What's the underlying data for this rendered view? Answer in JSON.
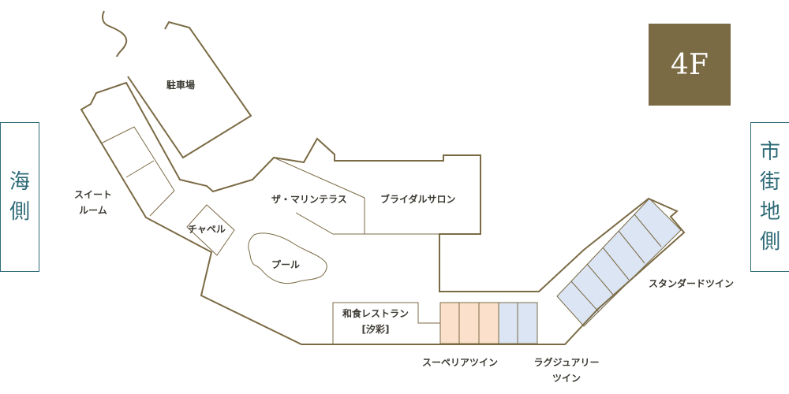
{
  "floor": "4F",
  "sides": {
    "sea_side": [
      "海",
      "側"
    ],
    "city_side": [
      "市",
      "街",
      "地",
      "側"
    ]
  },
  "rooms": {
    "parking": "駐車場",
    "suite": [
      "スイート",
      "ルーム"
    ],
    "chapel": "チャペル",
    "the_marine_terrace": "ザ・マリンテラス",
    "bridal_salon": "ブライダルサロン",
    "pool": "プール",
    "japanese_restaurant": [
      "和食レストラン",
      "[汐彩]"
    ],
    "superior_twin": "スーペリアツイン",
    "luxury_twin": [
      "ラグジュアリー",
      "ツイン"
    ],
    "standard_twin": "スタンダードツイン"
  },
  "colors": {
    "outline": "#7b6b45",
    "superior_fill": "#fbe0cc",
    "twin_fill": "#dbe5f3",
    "floor_badge": "#7b6b45",
    "side_border": "#2e6b77"
  }
}
